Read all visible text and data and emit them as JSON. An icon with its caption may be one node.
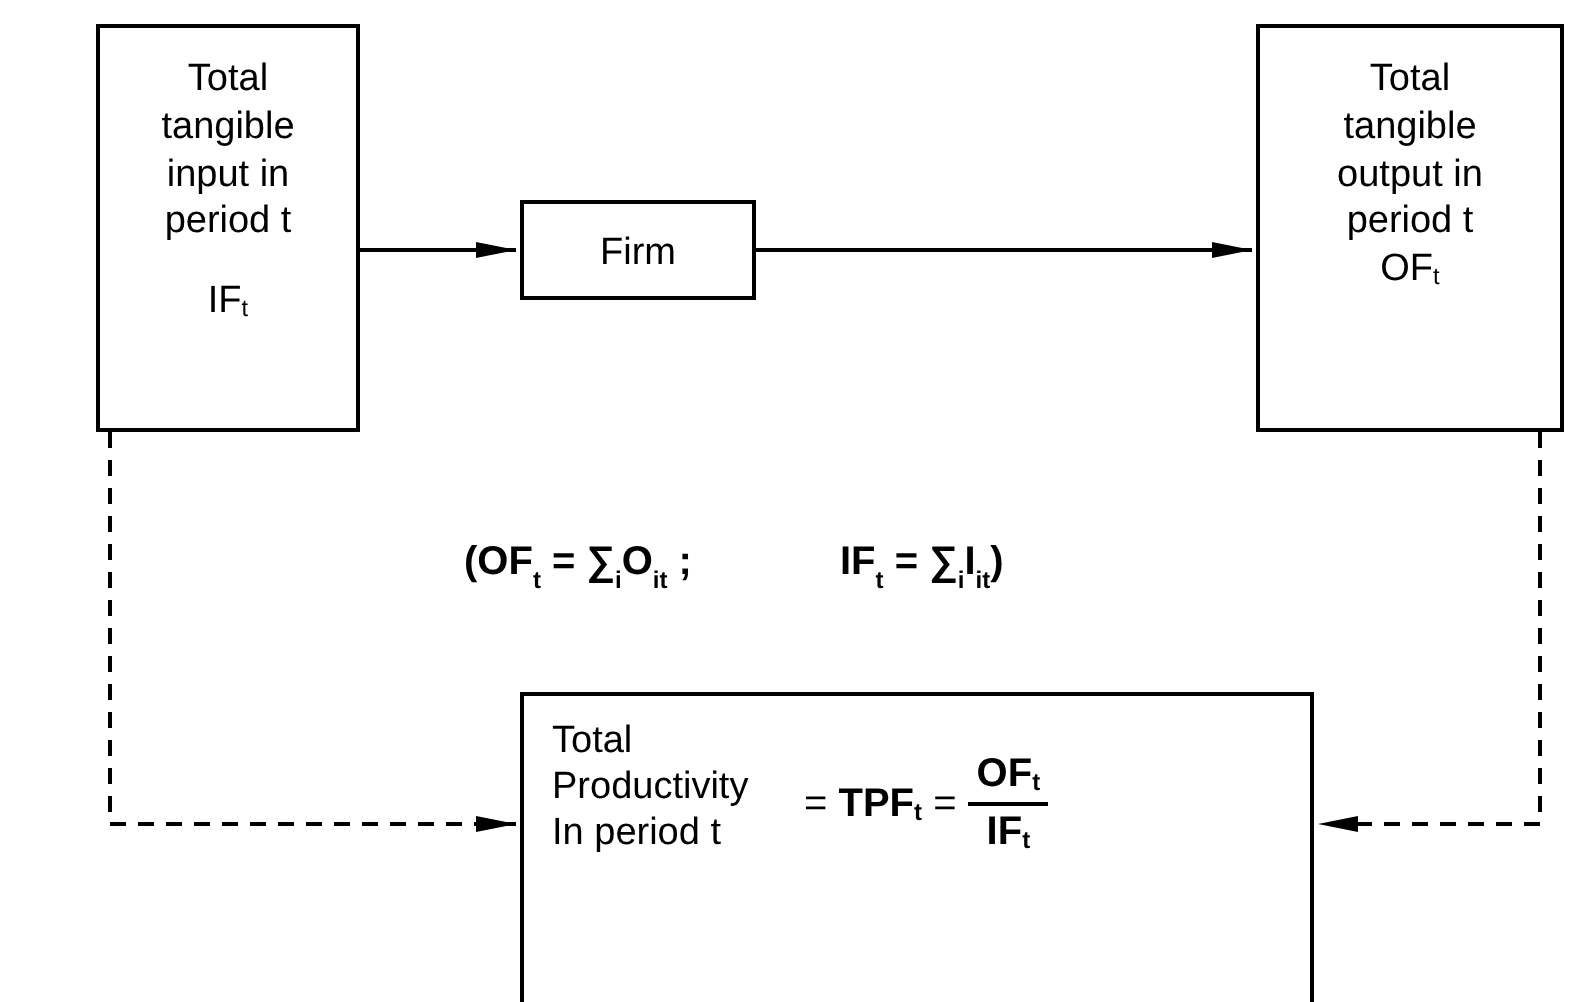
{
  "diagram": {
    "nodes": [
      {
        "text": [
          "Total tangible input in period t",
          "IF$_{t}$"
        ]
      },
      {
        "text": [
          "Firm"
        ]
      },
      {
        "text": [
          "Total tangible output in period t",
          "OF$_{t}$"
        ]
      },
      {
        "text": [
          "Total Productivity In period t",
          "= **TPF**$_{t}$ =",
          "OF$_{t}$",
          "IF$_{t}$"
        ]
      }
    ],
    "edges": [
      {
        "from": 0,
        "to": 1,
        "arrow": "to"
      },
      {
        "from": 1,
        "to": 2,
        "arrow": "to"
      },
      {
        "from": 0,
        "to": 3,
        "arrow": "to",
        "style": "dashed"
      },
      {
        "from": 2,
        "to": 3,
        "arrow": "to",
        "style": "dashed"
      }
    ],
    "labels": [
      "(OF$_{t}$ = ∑$_{i}$O$_{it}$ ;",
      "IF$_{t}$ = ∑$_{i}$I$_{it}$)"
    ]
  }
}
